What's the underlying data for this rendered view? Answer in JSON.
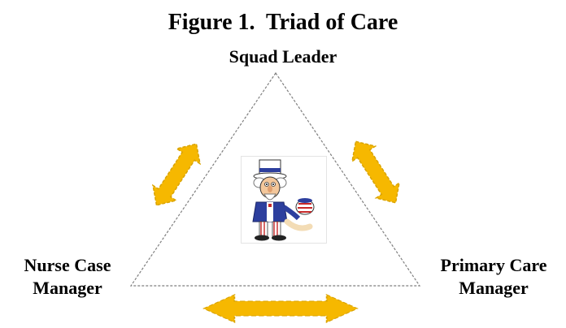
{
  "figure": {
    "title": "Figure 1.  Triad of Care"
  },
  "nodes": {
    "top": {
      "lines": [
        "Squad Leader"
      ]
    },
    "left": {
      "lines": [
        "Nurse Case",
        "Manager"
      ]
    },
    "right": {
      "lines": [
        "Primary Care",
        "Manager"
      ]
    }
  },
  "colors": {
    "arrow_fill": "#F6B800",
    "arrow_stroke": "#D9A300",
    "triangle_stroke": "#7f7f7f"
  },
  "icons": {
    "center_image": "uncle-sam-cartoon"
  }
}
